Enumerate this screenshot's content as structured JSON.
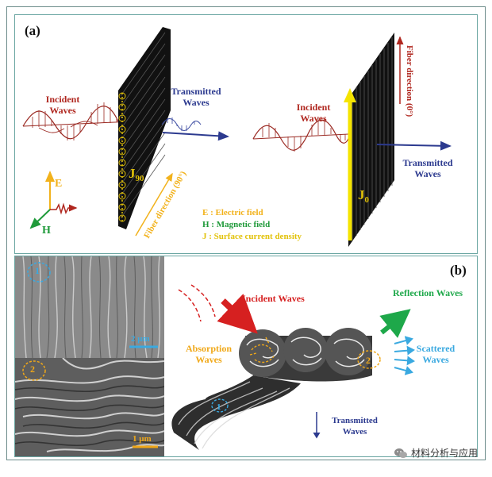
{
  "panel_a": {
    "label": "(a)",
    "left": {
      "incident": [
        "Incident",
        "Waves"
      ],
      "transmitted": [
        "Transmitted",
        "Waves"
      ],
      "current_base": "J",
      "current_sub": "90",
      "fiber_direction": "Fiber direction (90°)"
    },
    "right": {
      "incident": [
        "Incident",
        "Waves"
      ],
      "transmitted": [
        "Transmitted",
        "Waves"
      ],
      "current_base": "J",
      "current_sub": "0",
      "fiber_direction": "Fiber direction (0°)"
    },
    "axes": {
      "e": "E",
      "h": "H"
    },
    "legend": [
      "E : Electric field",
      "H : Magnetic field",
      "J : Surface current density"
    ],
    "colors": {
      "electric": "#f2b21c",
      "magnetic": "#1f9a3a",
      "current": "#e2c20a",
      "wave": "#9b2a23",
      "transmitted": "#2c3a8f"
    }
  },
  "panel_b": {
    "label": "(b)",
    "scale_top": "2 μm",
    "scale_bottom": "1 μm",
    "marker_1": "1",
    "marker_2": "2",
    "incident": "Incident Waves",
    "reflection": "Reflection Waves",
    "absorption": [
      "Absorption",
      "Waves"
    ],
    "scattered": [
      "Scattered",
      "Waves"
    ],
    "transmitted": [
      "Transmitted",
      "Waves"
    ],
    "colors": {
      "incident": "#d62020",
      "reflection": "#1ea84a",
      "absorption": "#f0a818",
      "scattered": "#3aa9e0",
      "transmitted": "#2c3a8f"
    }
  },
  "watermark": {
    "icon": "wechat-icon",
    "text": "材料分析与应用"
  }
}
